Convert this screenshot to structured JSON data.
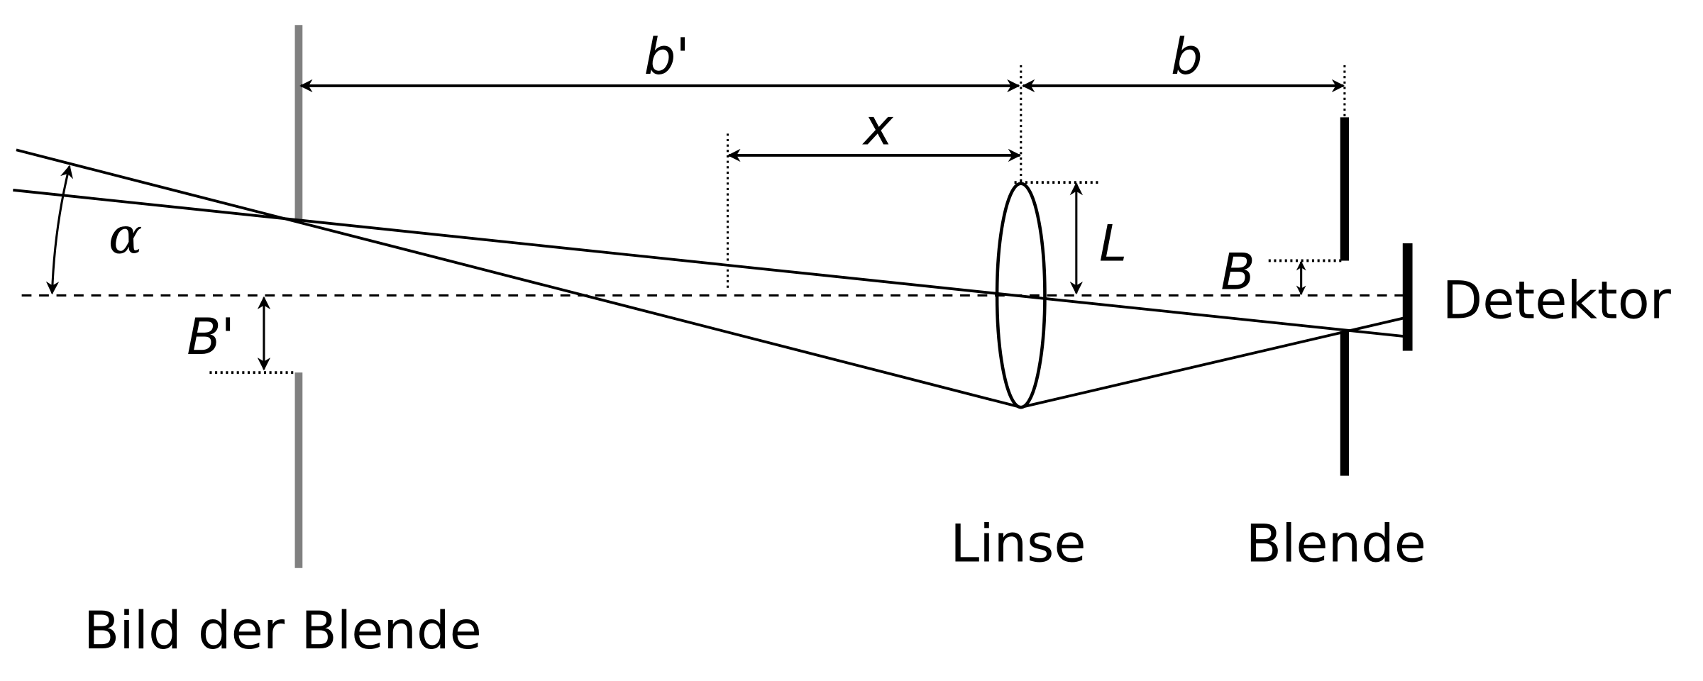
{
  "figure": {
    "type": "optical schematic",
    "description": "Lens imaging an aperture (Blende) onto a virtual image plane (Bild der Blende) with detector behind the aperture"
  },
  "labels": {
    "b_prime": "b'",
    "b": "b",
    "x": "x",
    "L": "L",
    "B": "B",
    "B_prime": "B'",
    "alpha": "α",
    "detektor": "Detektor",
    "linse": "Linse",
    "blende": "Blende",
    "bild_der_blende": "Bild der Blende"
  },
  "colors": {
    "line": "#000000",
    "image_plane": "#808080",
    "background": "#ffffff"
  }
}
